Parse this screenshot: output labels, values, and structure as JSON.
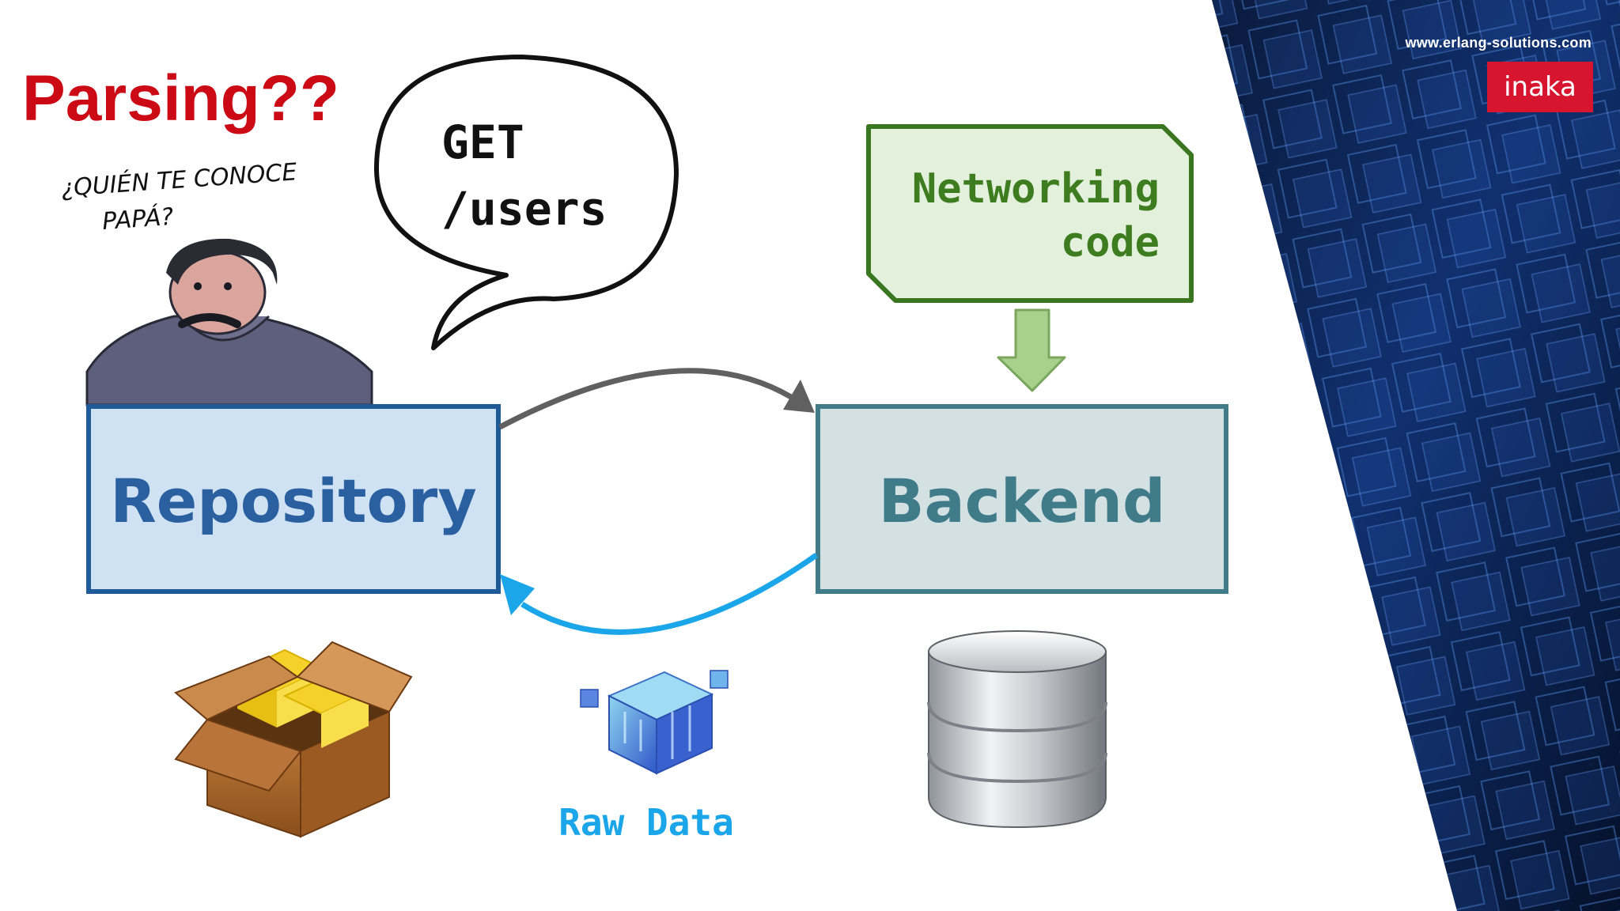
{
  "slide": {
    "title": "Parsing??",
    "handwritten_caption": {
      "line1": "¿QUIÉN TE CONOCE",
      "line2": "PAPÁ?"
    },
    "speech_bubble": {
      "line1": "GET",
      "line2": "/users"
    },
    "brand": {
      "url": "www.erlang-solutions.com",
      "logo": "inaka"
    }
  },
  "diagram": {
    "nodes": [
      {
        "id": "repository",
        "label": "Repository"
      },
      {
        "id": "backend",
        "label": "Backend"
      },
      {
        "id": "networking",
        "label_line1": "Networking",
        "label_line2": "code"
      }
    ],
    "edges": [
      {
        "from": "repository",
        "to": "backend",
        "label": ""
      },
      {
        "from": "backend",
        "to": "repository",
        "label": "Raw Data"
      },
      {
        "from": "networking",
        "to": "backend",
        "label": ""
      }
    ],
    "icons": [
      "package-box-icon",
      "data-cube-icon",
      "database-cylinder-icon",
      "man-cartoon-icon"
    ]
  },
  "colors": {
    "title": "#cc0a16",
    "repository_fill": "#cfe2f3",
    "repository_stroke": "#1f5a99",
    "repository_text": "#2a5fa0",
    "backend_fill": "#d3e1e3",
    "backend_stroke": "#3f7b89",
    "backend_text": "#3f7b89",
    "networking_fill": "#e3f1dc",
    "networking_stroke": "#3a7520",
    "networking_text": "#3e7c20",
    "raw_data": "#1aa6e8",
    "brand_red": "#d7152e"
  }
}
